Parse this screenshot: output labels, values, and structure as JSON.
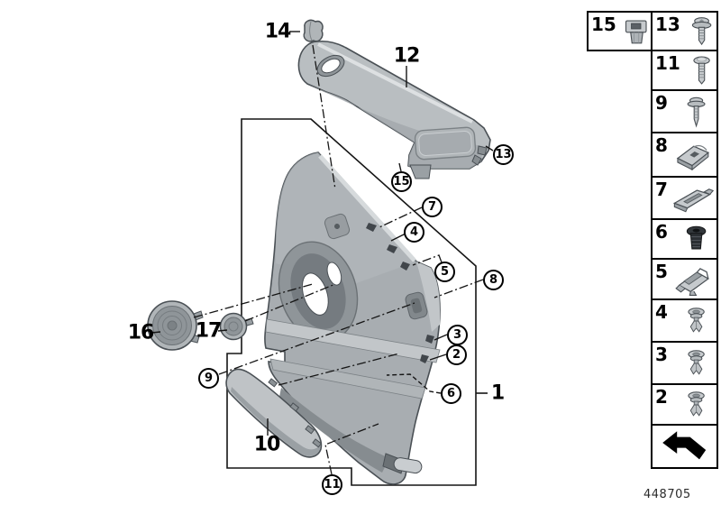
{
  "figure": {
    "number": "448705"
  },
  "palette": {
    "line": "#1a1a1a",
    "part_light": "#d6dadc",
    "part_mid": "#a8adb1",
    "part_dark": "#7c8286",
    "background": "#ffffff"
  },
  "diagram": {
    "labels": {
      "l14": "14",
      "l12": "12",
      "l16": "16",
      "l17": "17",
      "l10": "10",
      "l1": "1"
    },
    "circles": {
      "c13": "13",
      "c15": "15",
      "c7": "7",
      "c4": "4",
      "c5": "5",
      "c8": "8",
      "c3": "3",
      "c2": "2",
      "c6": "6",
      "c9": "9",
      "c11": "11"
    }
  },
  "sidebar": {
    "cells": [
      {
        "number": "15",
        "icon": "cage-nut-icon"
      },
      {
        "number": "13",
        "icon": "screw-with-washer-icon"
      },
      {
        "number": "11",
        "icon": "pan-head-screw-icon"
      },
      {
        "number": "9",
        "icon": "washer-screw-icon"
      },
      {
        "number": "8",
        "icon": "speed-nut-clip-icon"
      },
      {
        "number": "7",
        "icon": "flat-clip-icon"
      },
      {
        "number": "6",
        "icon": "blind-plug-icon"
      },
      {
        "number": "5",
        "icon": "metal-clamp-icon"
      },
      {
        "number": "4",
        "icon": "push-rivet-icon"
      },
      {
        "number": "3",
        "icon": "push-rivet-icon"
      },
      {
        "number": "2",
        "icon": "push-rivet-icon"
      }
    ],
    "direction_arrow_icon": "direction-arrow-icon"
  }
}
